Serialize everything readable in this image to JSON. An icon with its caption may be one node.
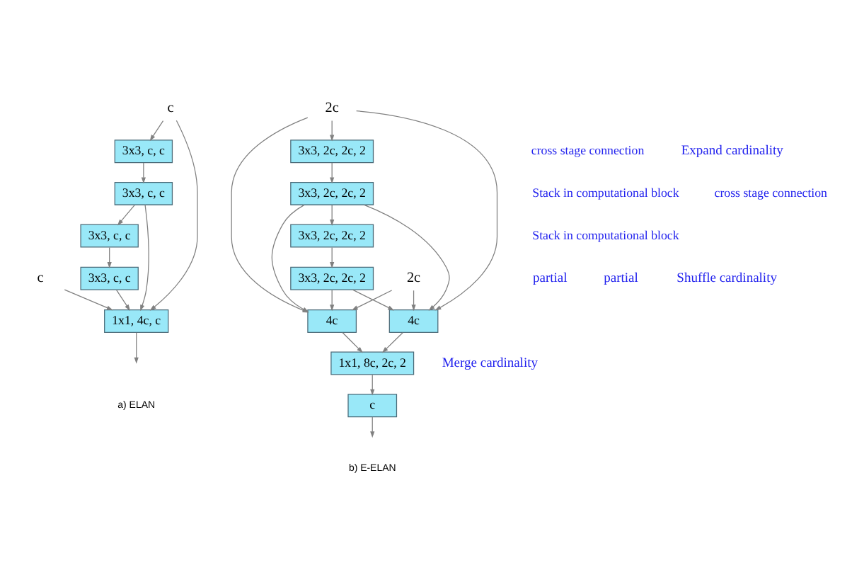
{
  "diagram": {
    "nodes": [
      {
        "text": [
          "c"
        ]
      },
      {
        "text": [
          "c"
        ]
      },
      {
        "text": [
          "3x3, c, c"
        ]
      },
      {
        "text": [
          "3x3, c, c"
        ]
      },
      {
        "text": [
          "3x3, c, c"
        ]
      },
      {
        "text": [
          "3x3, c, c"
        ]
      },
      {
        "text": [
          "1x1, 4c, c"
        ]
      },
      {
        "text": [
          "2c"
        ]
      },
      {
        "text": [
          "2c"
        ]
      },
      {
        "text": [
          "3x3, 2c, 2c, 2"
        ]
      },
      {
        "text": [
          "3x3, 2c, 2c, 2"
        ]
      },
      {
        "text": [
          "3x3, 2c, 2c, 2"
        ]
      },
      {
        "text": [
          "3x3, 2c, 2c, 2"
        ]
      },
      {
        "text": [
          "4c"
        ]
      },
      {
        "text": [
          "4c"
        ]
      },
      {
        "text": [
          "1x1, 8c, 2c, 2"
        ]
      },
      {
        "text": [
          "c"
        ]
      }
    ],
    "edges": [
      {
        "from": 1,
        "to": 2,
        "arrow": "to"
      },
      {
        "from": 2,
        "to": 3,
        "arrow": "to"
      },
      {
        "from": 3,
        "to": 4,
        "arrow": "to"
      },
      {
        "from": 4,
        "to": 5,
        "arrow": "to"
      },
      {
        "from": 0,
        "to": 6,
        "arrow": "to"
      },
      {
        "from": 1,
        "to": 6,
        "arrow": "to"
      },
      {
        "from": 3,
        "to": 6,
        "arrow": "to"
      },
      {
        "from": 5,
        "to": 6,
        "arrow": "to"
      },
      {
        "from": 6,
        "to": null,
        "arrow": "to"
      },
      {
        "from": 8,
        "to": 9,
        "arrow": "to"
      },
      {
        "from": 9,
        "to": 10,
        "arrow": "to"
      },
      {
        "from": 10,
        "to": 11,
        "arrow": "to"
      },
      {
        "from": 11,
        "to": 12,
        "arrow": "to"
      },
      {
        "from": 7,
        "to": 13,
        "arrow": "to"
      },
      {
        "from": 8,
        "to": 13,
        "arrow": "to"
      },
      {
        "from": 10,
        "to": 13,
        "arrow": "to"
      },
      {
        "from": 12,
        "to": 13,
        "arrow": "to"
      },
      {
        "from": 7,
        "to": 14,
        "arrow": "to"
      },
      {
        "from": 8,
        "to": 14,
        "arrow": "to"
      },
      {
        "from": 10,
        "to": 14,
        "arrow": "to"
      },
      {
        "from": 12,
        "to": 14,
        "arrow": "to"
      },
      {
        "from": 13,
        "to": 15,
        "arrow": "to"
      },
      {
        "from": 14,
        "to": 15,
        "arrow": "to"
      },
      {
        "from": 15,
        "to": 16,
        "arrow": "to"
      },
      {
        "from": 16,
        "to": null,
        "arrow": "to"
      }
    ],
    "labels": [
      "partial",
      "cross stage connection",
      "Stack in computational block",
      "a) ELAN",
      "partial",
      "Expand cardinality",
      "cross stage connection",
      "Stack in computational block",
      "Shuffle cardinality",
      "Merge cardinality",
      "b) E-ELAN"
    ]
  }
}
